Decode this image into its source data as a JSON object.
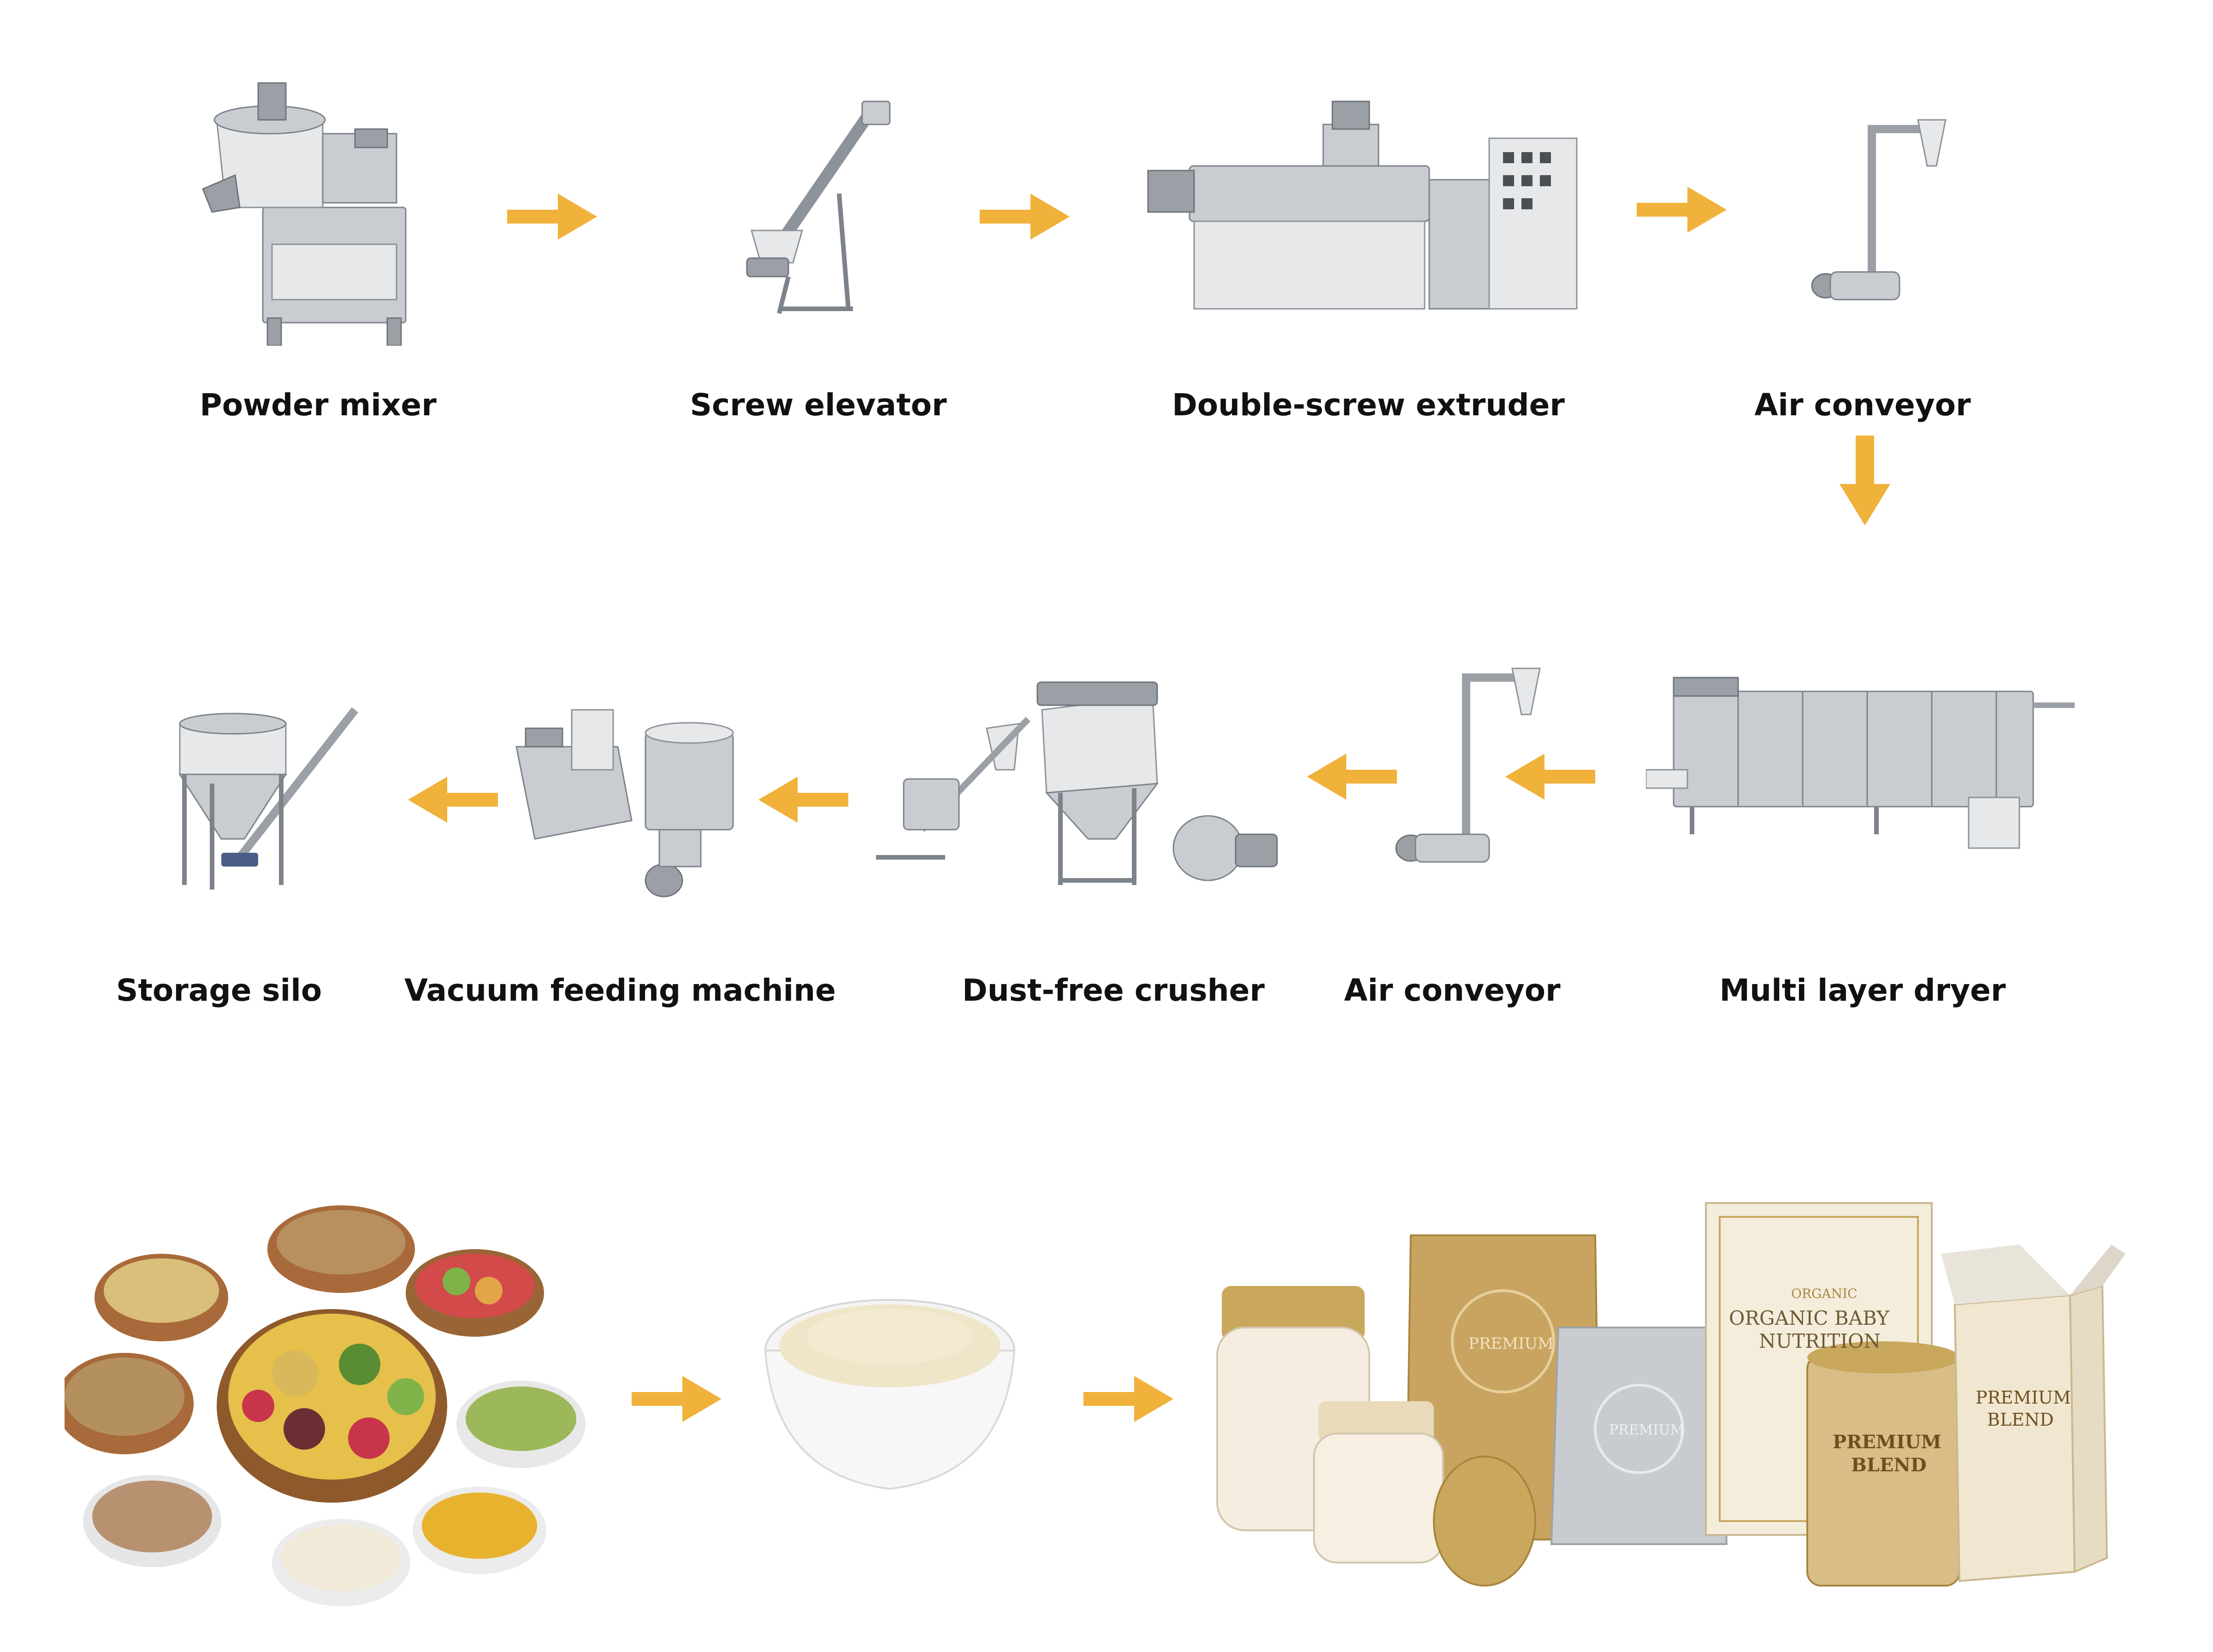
{
  "colors": {
    "arrow": "#F0B23A",
    "label": "#111111",
    "background": "#FFFFFF"
  },
  "row1": [
    {
      "label": "Powder mixer",
      "icon": "powder-mixer-icon"
    },
    {
      "label": "Screw elevator",
      "icon": "screw-elevator-icon"
    },
    {
      "label": "Double-screw extruder",
      "icon": "extruder-icon"
    },
    {
      "label": "Air conveyor",
      "icon": "air-conveyor-icon"
    }
  ],
  "row2": [
    {
      "label": "Storage silo",
      "icon": "storage-silo-icon"
    },
    {
      "label": "Vacuum feeding machine",
      "icon": "vacuum-feeder-icon"
    },
    {
      "label": "Dust-free crusher",
      "icon": "crusher-icon"
    },
    {
      "label": "Air conveyor",
      "icon": "air-conveyor-icon"
    },
    {
      "label": "Multi layer dryer",
      "icon": "dryer-icon"
    }
  ],
  "row3": {
    "raw_materials_icon": "raw-ingredients-icon",
    "powder_icon": "powder-bowl-icon",
    "products_icon": "packaged-products-icon",
    "packaging_text": {
      "jar_pouch": "PREMIUM",
      "box_top1": "ORGANIC",
      "box_main": "ORGANIC BABY",
      "box_main2": "NUTRITION",
      "can_line1": "PREMIUM",
      "can_line2": "BLEND",
      "box2_line1": "PREMIUM",
      "box2_line2": "BLEND"
    }
  }
}
